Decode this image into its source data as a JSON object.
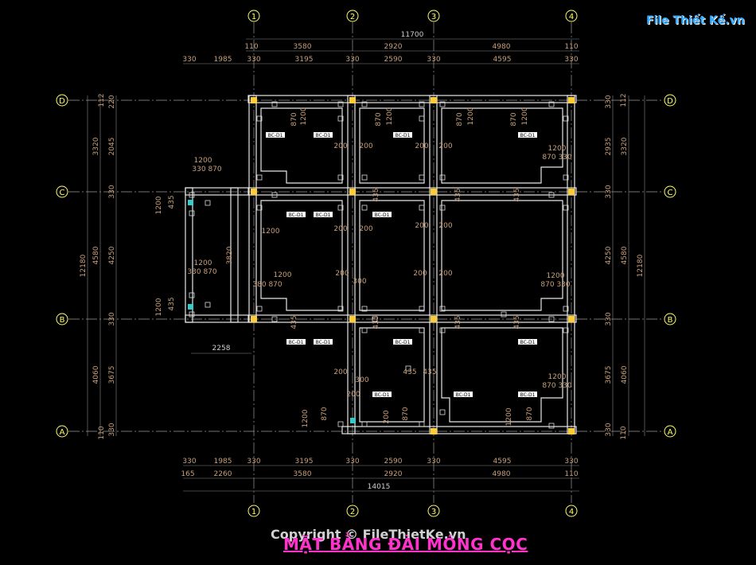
{
  "watermark": {
    "logo": "File Thiết Kế.vn"
  },
  "copyright": "Copyright © FileThietKe.vn",
  "title": "MẶT BẰNG ĐÀI MÓNG CỌC",
  "grid_cols": [
    "1",
    "2",
    "3",
    "4"
  ],
  "grid_rows": [
    "D",
    "C",
    "B",
    "A"
  ],
  "top_dims": {
    "overall": "11700",
    "row1": [
      "110",
      "3580",
      "2920",
      "4980",
      "110"
    ],
    "row2": [
      "330",
      "1985",
      "330",
      "3195",
      "330",
      "2590",
      "330",
      "4595",
      "330"
    ]
  },
  "bottom_dims": {
    "row1": [
      "330",
      "1985",
      "330",
      "3195",
      "330",
      "2590",
      "330",
      "4595",
      "330"
    ],
    "row2": [
      "165",
      "2260",
      "3580",
      "2920",
      "4980",
      "110"
    ],
    "overall": "14015"
  },
  "left_dims": {
    "overall": "12180",
    "mid": [
      "3320",
      "4580",
      "4060"
    ],
    "inner": [
      "112",
      "220",
      "2045",
      "330",
      "4250",
      "330",
      "3675",
      "330",
      "110"
    ]
  },
  "right_dims": {
    "overall": "12180",
    "mid": [
      "3320",
      "4580",
      "4060"
    ],
    "inner": [
      "112",
      "330",
      "2935",
      "330",
      "4250",
      "330",
      "3675",
      "330",
      "110"
    ]
  },
  "misc_labels": [
    "1200",
    "870",
    "330",
    "200",
    "435",
    "300",
    "2258",
    "3820",
    "380"
  ],
  "beam_tag": "BC-D1"
}
